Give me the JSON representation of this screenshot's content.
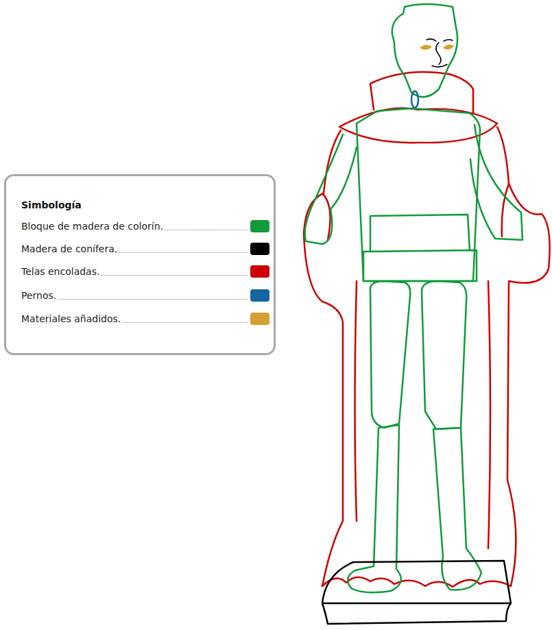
{
  "diagram": {
    "title": "Simbología",
    "legend": [
      {
        "text": "Bloque de madera de colorín.",
        "color": "#119a3a"
      },
      {
        "text": "Madera de conífera.",
        "color": "#000000"
      },
      {
        "text": "Telas encoladas.",
        "color": "#cc0000"
      },
      {
        "text": "Pernos.",
        "color": "#1565a0"
      },
      {
        "text": "Materiales añadidos.",
        "color": "#d4a032"
      }
    ]
  }
}
